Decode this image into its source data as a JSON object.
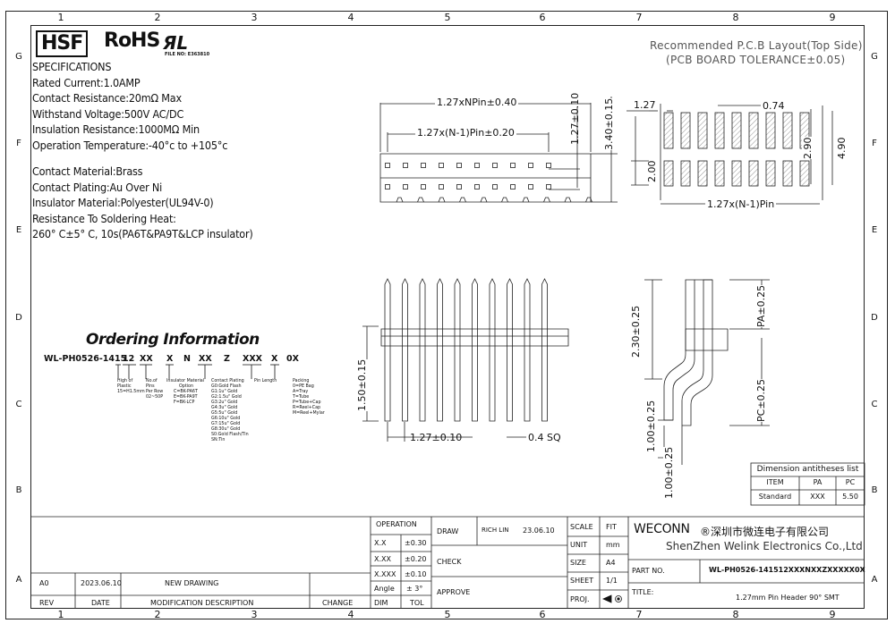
{
  "zones": {
    "cols": [
      "1",
      "2",
      "3",
      "4",
      "5",
      "6",
      "7",
      "8",
      "9"
    ],
    "rows": [
      "G",
      "F",
      "E",
      "D",
      "C",
      "B",
      "A"
    ]
  },
  "brand": {
    "hsf": "HSF",
    "rohs": "RoHS",
    "ul_mark": "ЯL",
    "file_no": "FILE NO: E363810"
  },
  "specs": {
    "title": "SPECIFICATIONS",
    "lines_electrical": [
      "Rated Current:1.0AMP",
      "Contact Resistance:20mΩ Max",
      "Withstand Voltage:500V AC/DC",
      "Insulation Resistance:1000MΩ Min",
      "Operation Temperature:-40°c to +105°c"
    ],
    "lines_material": [
      "Contact Material:Brass",
      "Contact Plating:Au Over Ni",
      "Insulator Material:Polyester(UL94V-0)",
      "Resistance To Soldering Heat:",
      "260° C±5° C, 10s(PA6T&PA9T&LCP insulator)"
    ]
  },
  "ordering": {
    "title": "Ordering Information",
    "code_parts": [
      "WL-PH0526-1415",
      "12",
      "XX",
      "X",
      "N",
      "XX",
      "Z",
      "XXX",
      "X",
      "0X"
    ],
    "notes": {
      "height": [
        "High of",
        "Plastic",
        "15=H1.5mm"
      ],
      "pins": [
        "No.of",
        "Pins",
        "Per Row",
        "02~50P"
      ],
      "insulator": [
        "Insulator Material",
        "Option",
        "C=BK-PA6T",
        "E=BK-PA9T",
        "F=BK-LCP"
      ],
      "plating": [
        "Contact Plating",
        "G0:Gold  Flash",
        "G1:1u\"  Gold",
        "G2:1.5u\"  Gold",
        "G3:2u\"  Gold",
        "G4:3u\"  Gold",
        "G5:5u\"  Gold",
        "G6:10u\"  Gold",
        "G7:15u\"  Gold",
        "G8:30u\" Gold",
        "S0:Gold  Flash/Tin",
        "SN:Tin"
      ],
      "length": [
        "Pin Length"
      ],
      "packing": [
        "Packing",
        "0=PE Bag",
        "A=Tray",
        "T=Tube",
        "P=Tube+Cap",
        "R=Reel+Cap",
        "M=Reel+Mylar"
      ]
    }
  },
  "pcb": {
    "title": "Recommended P.C.B Layout(Top Side)",
    "subtitle": "(PCB BOARD TOLERANCE±0.05)",
    "dims": {
      "pitch": "1.27",
      "pad_w": "0.74",
      "row_pitch": "2.00",
      "inner": "2.90",
      "outer": "4.90",
      "span": "1.27x(N-1)Pin"
    }
  },
  "top_view": {
    "dims": {
      "overall": "1.27xNPin±0.40",
      "pins": "1.27x(N-1)Pin±0.20",
      "row": "1.27±0.10",
      "height": "3.40±0.15"
    }
  },
  "front_view": {
    "dims": {
      "body": "1.50±0.15",
      "pitch": "1.27±0.10",
      "sq": "0.4 SQ"
    }
  },
  "side_view": {
    "dims": {
      "pa": "PA±0.25",
      "top": "2.30±0.25",
      "pc": "PC±0.25",
      "leg1": "1.00±0.25",
      "leg2": "1.00±0.25"
    }
  },
  "dim_table": {
    "title": "Dimension antitheses list",
    "headers": [
      "ITEM",
      "PA",
      "PC"
    ],
    "rows": [
      [
        "Standard",
        "XXX",
        "5.50"
      ]
    ]
  },
  "title_block": {
    "operation": "OPERATION",
    "tolerances": [
      [
        "X.X",
        "±0.30"
      ],
      [
        "X.XX",
        "±0.20"
      ],
      [
        "X.XXX",
        "±0.10"
      ],
      [
        "Angle",
        "± 3°"
      ]
    ],
    "dim": "DIM",
    "tol": "TOL",
    "draw": "DRAW",
    "drawer": "RICH LIN",
    "date": "23.06.10",
    "check": "CHECK",
    "approve": "APPROVE",
    "scale_label": "SCALE",
    "scale_val": "FIT",
    "unit_label": "UNIT",
    "unit_val": "mm",
    "size_label": "SIZE",
    "size_val": "A4",
    "sheet_label": "SHEET",
    "sheet_val": "1/1",
    "proj_label": "PROJ.",
    "company_en_short": "WECONN",
    "company_cn": "®深圳市微连电子有限公司",
    "company_en": "ShenZhen Welink Electronics Co.,Ltd",
    "part_no_label": "PART NO.",
    "part_no": "WL-PH0526-141512XXXNXXZXXXXX0X",
    "title_label": "TITLE:",
    "title": "1.27mm Pin Header 90° SMT",
    "rev_row": [
      "A0",
      "2023.06.10",
      "NEW DRAWING"
    ],
    "rev_headers": [
      "REV",
      "DATE",
      "MODIFICATION DESCRIPTION",
      "CHANGE"
    ]
  }
}
